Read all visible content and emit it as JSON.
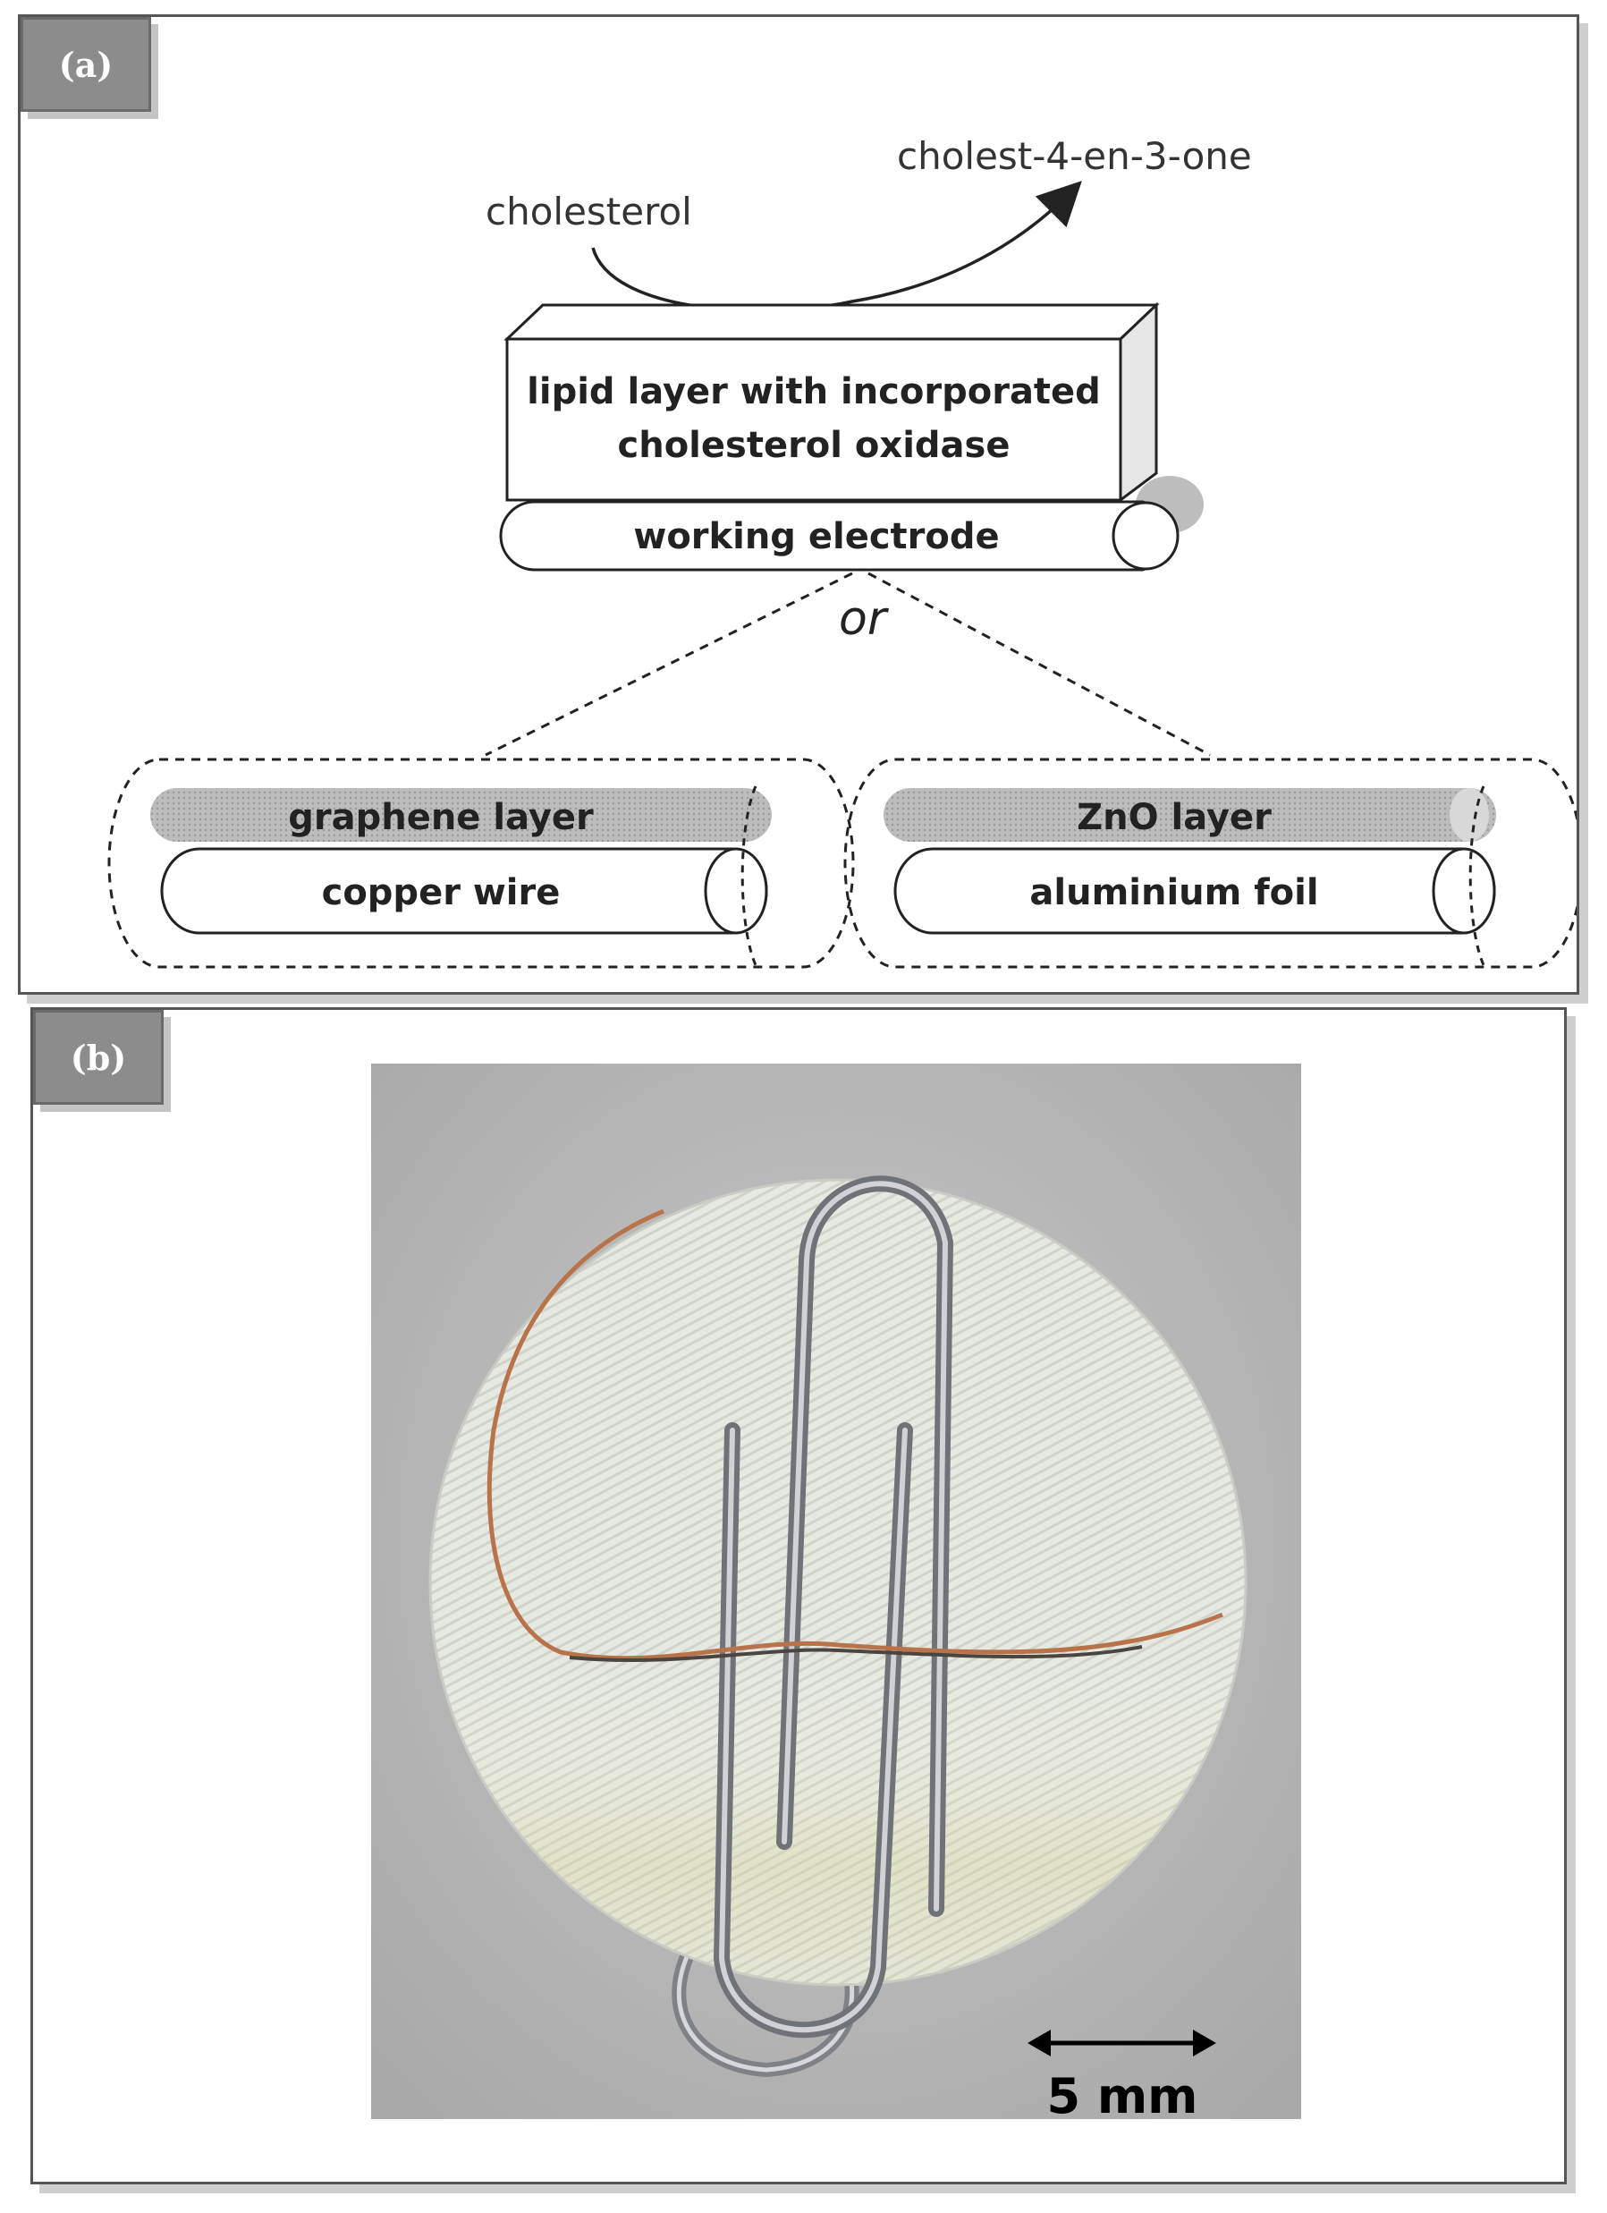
{
  "panel_a": {
    "label": "(a)",
    "reactant": "cholesterol",
    "product": "cholest-4-en-3-one",
    "lipid_line1": "lipid layer with incorporated",
    "lipid_line2": "cholesterol oxidase",
    "working_electrode": "working electrode",
    "or_text": "or",
    "left_option": {
      "coating": "graphene layer",
      "substrate": "copper wire"
    },
    "right_option": {
      "coating": "ZnO layer",
      "substrate": "aluminium foil"
    }
  },
  "panel_b": {
    "label": "(b)",
    "scale_bar": "5 mm"
  },
  "colors": {
    "coating_fill": "#b4b4b4",
    "label_box": "#8c8c8c",
    "photo_background": "#bdbdbd",
    "disc": "#e4e7df",
    "copper": "#b8734a",
    "steel": "#8a8d92"
  }
}
